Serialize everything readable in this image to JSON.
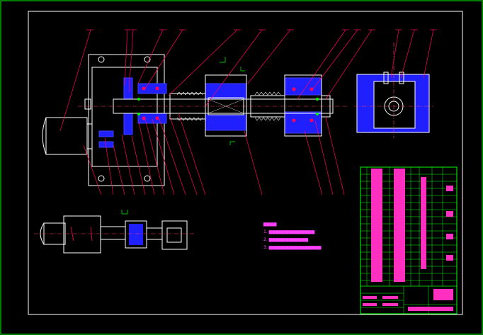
{
  "drawing": {
    "colors": {
      "background": "#000000",
      "outer_frame": "#00ff00",
      "inner_frame": "#ffffff",
      "outline": "#ffffff",
      "hatch": "#2020ff",
      "leader": "#ff0060",
      "center_line": "#ff4060",
      "note_text": "#ff40ff",
      "table_fill": "#ff30c0",
      "table_grid": "#00ff00",
      "dimension": "#00ff00"
    },
    "notes": {
      "line1": "1.",
      "line2": "2.",
      "line3": "3."
    }
  }
}
